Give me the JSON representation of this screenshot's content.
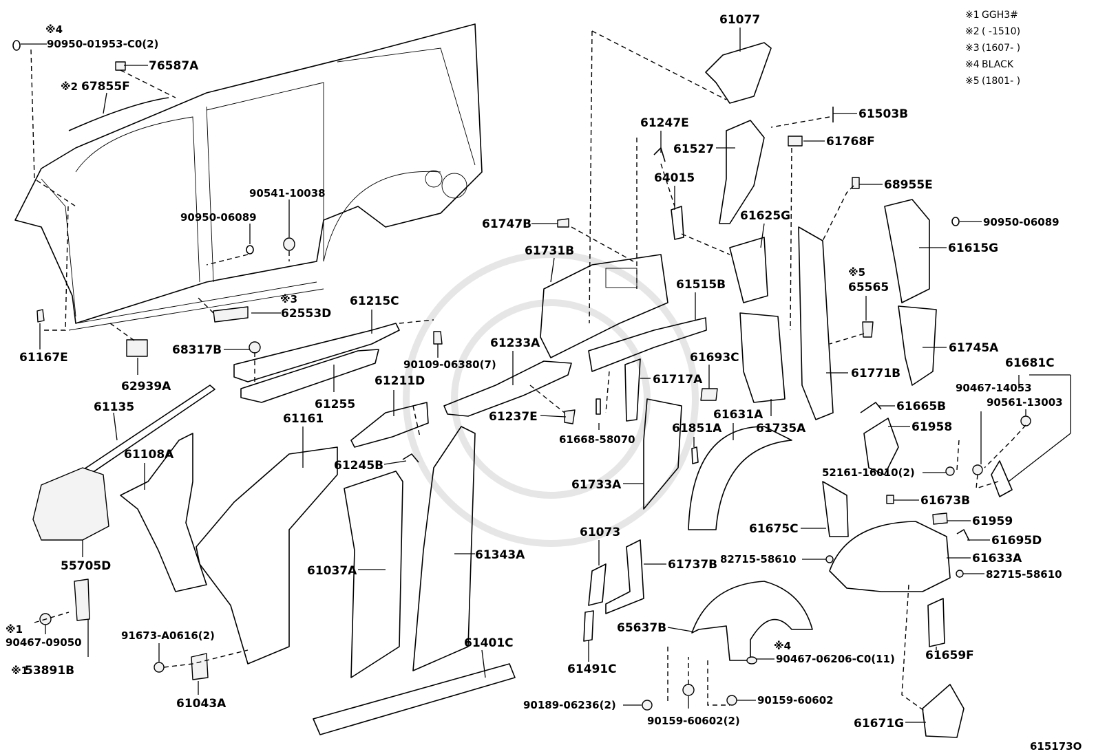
{
  "diagram_code": "615173O",
  "notes": [
    {
      "mark": "※1",
      "text": "GGH3#"
    },
    {
      "mark": "※2",
      "text": "(        -1510)"
    },
    {
      "mark": "※3",
      "text": "(1607-      )"
    },
    {
      "mark": "※4",
      "text": "BLACK"
    },
    {
      "mark": "※5",
      "text": "(1801-      )"
    }
  ],
  "parts": [
    {
      "id": "90950-01953-C0(2)",
      "mark": "※4"
    },
    {
      "id": "76587A",
      "mark": ""
    },
    {
      "id": "67855F",
      "mark": "※2"
    },
    {
      "id": "90541-10038",
      "mark": ""
    },
    {
      "id": "90950-06089",
      "mark": ""
    },
    {
      "id": "62553D",
      "mark": "※3"
    },
    {
      "id": "61167E",
      "mark": ""
    },
    {
      "id": "62939A",
      "mark": ""
    },
    {
      "id": "68317B",
      "mark": ""
    },
    {
      "id": "61215C",
      "mark": ""
    },
    {
      "id": "90109-06380(7)",
      "mark": ""
    },
    {
      "id": "61255",
      "mark": ""
    },
    {
      "id": "61135",
      "mark": ""
    },
    {
      "id": "61161",
      "mark": ""
    },
    {
      "id": "61108A",
      "mark": ""
    },
    {
      "id": "55705D",
      "mark": ""
    },
    {
      "id": "90467-09050",
      "mark": "※1"
    },
    {
      "id": "53891B",
      "mark": "※1"
    },
    {
      "id": "91673-A0616(2)",
      "mark": ""
    },
    {
      "id": "61043A",
      "mark": ""
    },
    {
      "id": "61211D",
      "mark": ""
    },
    {
      "id": "61245B",
      "mark": ""
    },
    {
      "id": "61037A",
      "mark": ""
    },
    {
      "id": "61343A",
      "mark": ""
    },
    {
      "id": "61401C",
      "mark": ""
    },
    {
      "id": "61233A",
      "mark": ""
    },
    {
      "id": "61237E",
      "mark": ""
    },
    {
      "id": "61668-58070",
      "mark": ""
    },
    {
      "id": "61731B",
      "mark": ""
    },
    {
      "id": "61747B",
      "mark": ""
    },
    {
      "id": "61515B",
      "mark": ""
    },
    {
      "id": "61717A",
      "mark": ""
    },
    {
      "id": "61693C",
      "mark": ""
    },
    {
      "id": "61077",
      "mark": ""
    },
    {
      "id": "61247E",
      "mark": ""
    },
    {
      "id": "61527",
      "mark": ""
    },
    {
      "id": "64015",
      "mark": ""
    },
    {
      "id": "61503B",
      "mark": ""
    },
    {
      "id": "61768F",
      "mark": ""
    },
    {
      "id": "61625G",
      "mark": ""
    },
    {
      "id": "68955E",
      "mark": ""
    },
    {
      "id": "90950-06089",
      "mark": ""
    },
    {
      "id": "61615G",
      "mark": ""
    },
    {
      "id": "65565",
      "mark": "※5"
    },
    {
      "id": "61745A",
      "mark": ""
    },
    {
      "id": "61771B",
      "mark": ""
    },
    {
      "id": "61631A",
      "mark": ""
    },
    {
      "id": "61735A",
      "mark": ""
    },
    {
      "id": "61851A",
      "mark": ""
    },
    {
      "id": "61733A",
      "mark": ""
    },
    {
      "id": "61681C",
      "mark": ""
    },
    {
      "id": "90467-14053",
      "mark": ""
    },
    {
      "id": "90561-13003",
      "mark": ""
    },
    {
      "id": "61665B",
      "mark": ""
    },
    {
      "id": "61958",
      "mark": ""
    },
    {
      "id": "52161-16010(2)",
      "mark": ""
    },
    {
      "id": "61673B",
      "mark": ""
    },
    {
      "id": "61959",
      "mark": ""
    },
    {
      "id": "61675C",
      "mark": ""
    },
    {
      "id": "61695D",
      "mark": ""
    },
    {
      "id": "61633A",
      "mark": ""
    },
    {
      "id": "82715-58610",
      "mark": ""
    },
    {
      "id": "82715-58610",
      "mark": ""
    },
    {
      "id": "61073",
      "mark": ""
    },
    {
      "id": "61737B",
      "mark": ""
    },
    {
      "id": "61491C",
      "mark": ""
    },
    {
      "id": "65637B",
      "mark": ""
    },
    {
      "id": "90467-06206-C0(11)",
      "mark": "※4"
    },
    {
      "id": "90189-06236(2)",
      "mark": ""
    },
    {
      "id": "90159-60602(2)",
      "mark": ""
    },
    {
      "id": "90159-60602",
      "mark": ""
    },
    {
      "id": "61659F",
      "mark": ""
    },
    {
      "id": "61671G",
      "mark": ""
    }
  ]
}
